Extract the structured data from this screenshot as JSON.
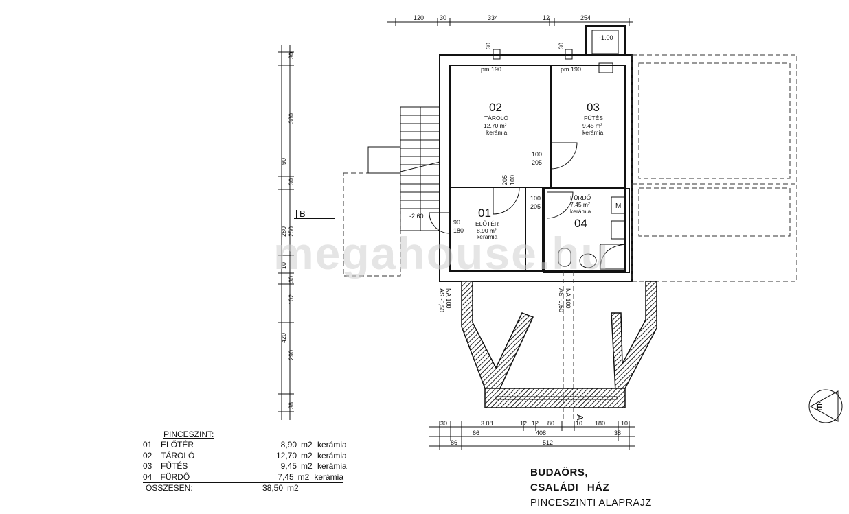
{
  "watermark": "megahouse.hu",
  "rooms": [
    {
      "no": "02",
      "name": "TÁROLÓ",
      "area": "12,70 m²",
      "finish": "kerámia"
    },
    {
      "no": "03",
      "name": "FŰTÉS",
      "area": "9,45 m²",
      "finish": "kerámia"
    },
    {
      "no": "01",
      "name": "ELŐTÉR",
      "area": "8,90 m²",
      "finish": "kerámia"
    },
    {
      "no": "04",
      "name": "FÜRDŐ",
      "area": "7,45 m²",
      "finish": "kerámia"
    }
  ],
  "dimensions": {
    "top": [
      "120",
      "30",
      "334",
      "12",
      "254"
    ],
    "left": [
      "30",
      "380",
      "90",
      "30",
      "280",
      "250",
      "10",
      "30",
      "102",
      "420",
      "290",
      "38"
    ],
    "bottom_row1": [
      "30",
      "3.08",
      "12",
      "12",
      "80",
      "10",
      "180",
      "10"
    ],
    "bottom_row2": [
      "66",
      "408",
      "38"
    ],
    "bottom_row3": [
      "86",
      "512"
    ]
  },
  "annotations": {
    "ventA": "30",
    "ventB": "30",
    "pm1": "pm 190",
    "pm2": "pm 190",
    "chimney": "-1.00",
    "stair_level": "-2.60",
    "door_tarolo_a": "100",
    "door_tarolo_b": "205",
    "door_elo_a": "100",
    "door_elo_b": "205",
    "door_furdo_a": "100",
    "door_furdo_b": "205",
    "door_left_a": "90",
    "door_left_b": "180",
    "na1": "NA 100",
    "as1": "AS -0,50",
    "na2": "NA 100",
    "as2": "AS -0,50",
    "section_b": "B",
    "section_a": "A",
    "north_label": "É",
    "m_label": "M"
  },
  "area_table": {
    "header": "PINCESZINT:",
    "rows": [
      {
        "no": "01",
        "name": "ELŐTÉR",
        "value": "8,90",
        "unit": "m2",
        "finish": "kerámia"
      },
      {
        "no": "02",
        "name": "TÁROLÓ",
        "value": "12,70",
        "unit": "m2",
        "finish": "kerámia"
      },
      {
        "no": "03",
        "name": "FŰTÉS",
        "value": "9,45",
        "unit": "m2",
        "finish": "kerámia"
      },
      {
        "no": "04",
        "name": "FÜRDŐ",
        "value": "7,45",
        "unit": "m2",
        "finish": "kerámia"
      }
    ],
    "total_label": "ÖSSZESEN:",
    "total_value": "38,50",
    "total_unit": "m2"
  },
  "title_block": {
    "line1": "BUDAÖRS,",
    "line2": "CSALÁDI HÁZ",
    "line3": "PINCESZINTI ALAPRAJZ"
  }
}
